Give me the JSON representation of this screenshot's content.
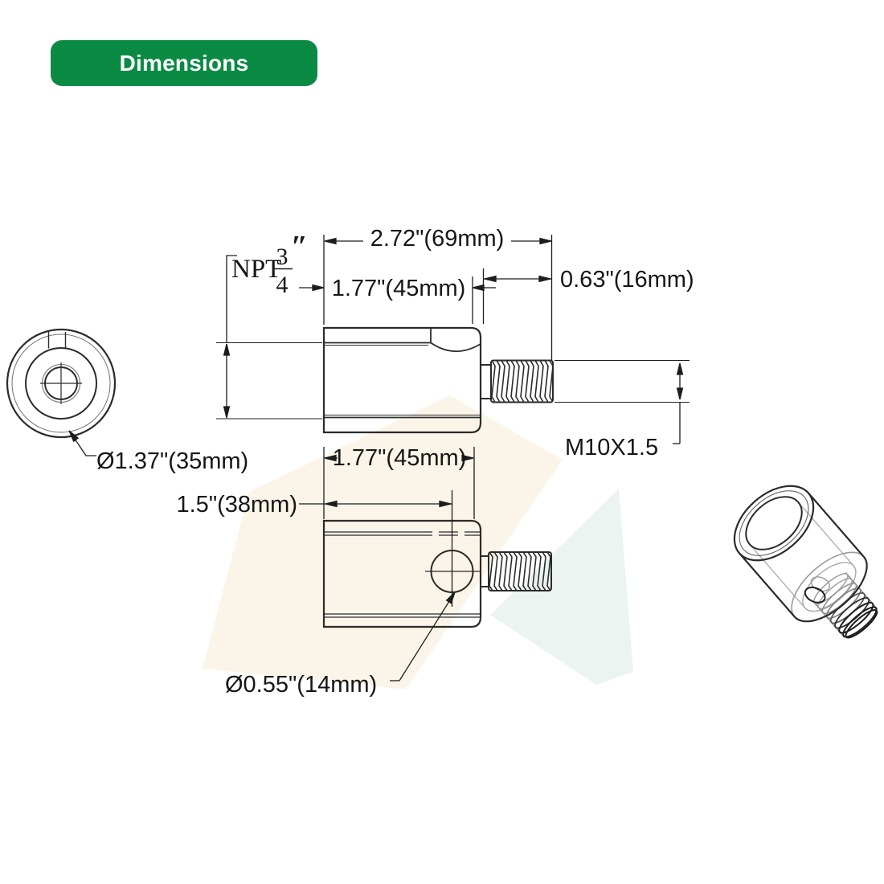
{
  "badge": {
    "label": "Dimensions",
    "bg_color": "#0a8a43",
    "text_color": "#ffffff"
  },
  "drawing": {
    "line_color": "#2b2b2b",
    "labels": {
      "npt_prefix": "NPT",
      "npt_numerator": "3",
      "npt_denominator": "4",
      "npt_prime": "″",
      "dim_total_length": "2.72\"(69mm)",
      "dim_body_length_top": "1.77\"(45mm)",
      "dim_thread_length": "0.63\"(16mm)",
      "dim_outer_diameter": "Ø1.37\"(35mm)",
      "dim_thread_spec": "M10X1.5",
      "dim_body_length_bottom": "1.77\"(45mm)",
      "dim_hole_offset": "1.5\"(38mm)",
      "dim_hole_diameter": "Ø0.55\"(14mm)"
    }
  },
  "watermark": {
    "cream_color": "#f7ecd4",
    "teal_color": "#dcebe7"
  }
}
